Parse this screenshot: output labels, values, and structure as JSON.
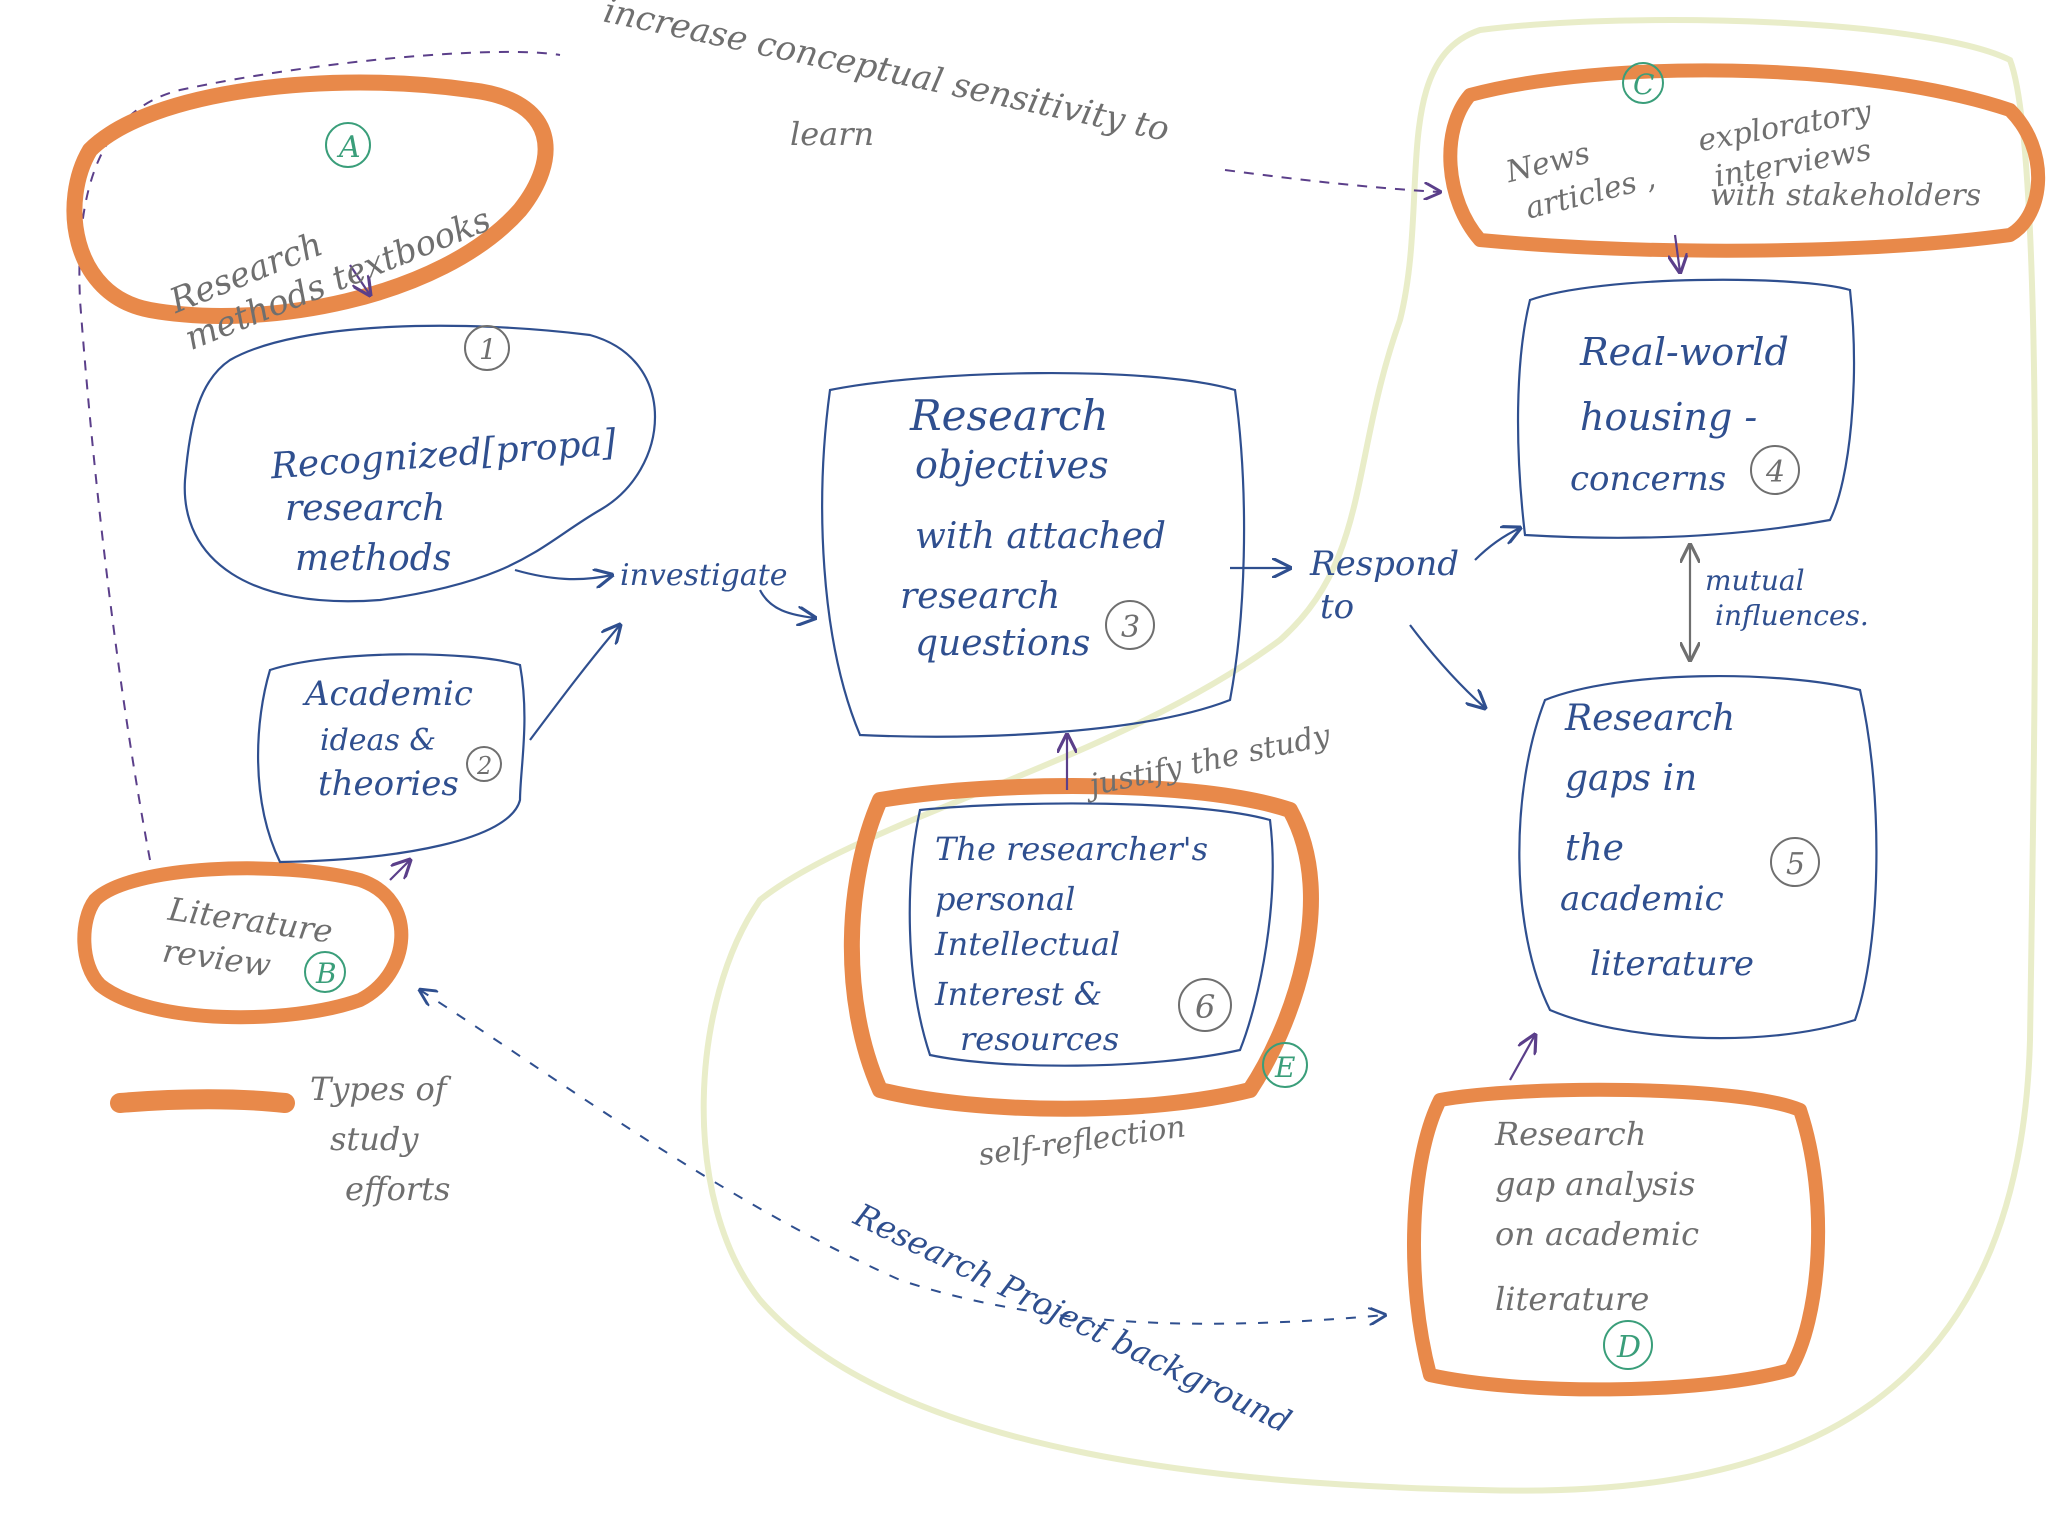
{
  "colors": {
    "highlight_orange": "#e8894a",
    "region_yellow": "#e9edc9",
    "ink_blue": "#2f4f8f",
    "ink_grey": "#6f6f6f",
    "ink_purple": "#5b3f8a",
    "ink_green": "#3a9e7a"
  },
  "efforts": {
    "a": {
      "marker": "A",
      "line1": "Research",
      "line2": "methods textbooks"
    },
    "b": {
      "marker": "B",
      "line1": "Literature",
      "line2": "review"
    },
    "c": {
      "marker": "C",
      "line1": "News",
      "line2": "articles ,",
      "line3": "exploratory",
      "line4": "interviews",
      "line5": "with stakeholders"
    },
    "d": {
      "marker": "D",
      "line1": "Research",
      "line2": "gap analysis",
      "line3": "on academic",
      "line4": "literature"
    },
    "e": {
      "marker": "E"
    }
  },
  "nodes": {
    "n1": {
      "number": "1",
      "line1": "Recognized[propa]",
      "line2": "research",
      "line3": "methods"
    },
    "n2": {
      "number": "2",
      "line1": "Academic",
      "line2": "ideas &",
      "line3": "theories"
    },
    "n3": {
      "number": "3",
      "line1": "Research",
      "line2": "objectives",
      "line3": "with attached",
      "line4": "research",
      "line5": "questions"
    },
    "n4": {
      "number": "4",
      "line1": "Real-world",
      "line2": "housing -",
      "line3": "concerns"
    },
    "n5": {
      "number": "5",
      "line1": "Research",
      "line2": "gaps in",
      "line3": "the",
      "line4": "academic",
      "line5": "literature"
    },
    "n6": {
      "number": "6",
      "line1": "The researcher's",
      "line2": "personal",
      "line3": "Intellectual",
      "line4": "Interest &",
      "line5": "resources"
    }
  },
  "labels": {
    "increase_line1": "increase conceptual sensitivity to",
    "increase_line2": "learn",
    "investigate": "investigate",
    "respond_line1": "Respond",
    "respond_line2": "to",
    "mutual_line1": "mutual",
    "mutual_line2": "influences.",
    "justify": "justify the study",
    "self_reflection": "self-reflection",
    "background": "Research Project background"
  },
  "legend": {
    "line1": "Types of",
    "line2": "study",
    "line3": "efforts"
  }
}
